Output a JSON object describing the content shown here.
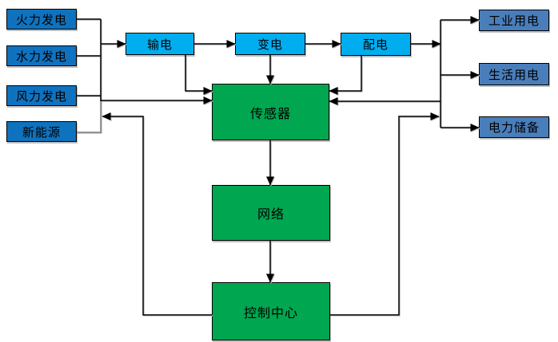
{
  "diagram": {
    "type": "flowchart",
    "title": "",
    "colors": {
      "source_fill": "#0f72be",
      "process_fill": "#00aeef",
      "core_fill": "#00a650",
      "consumer_fill": "#4a7ebb",
      "border": "#000000",
      "line": "#000000",
      "gray_line": "#7f7f7f",
      "text": "#000000",
      "background": "#ffffff"
    },
    "sources": [
      {
        "label": "火力发电"
      },
      {
        "label": "水力发电"
      },
      {
        "label": "风力发电"
      },
      {
        "label": "新能源"
      }
    ],
    "grid_stages": [
      {
        "label": "输电"
      },
      {
        "label": "变电"
      },
      {
        "label": "配电"
      }
    ],
    "core_nodes": [
      {
        "label": "传感器"
      },
      {
        "label": "网络"
      },
      {
        "label": "控制中心"
      }
    ],
    "consumers": [
      {
        "label": "工业用电"
      },
      {
        "label": "生活用电"
      },
      {
        "label": "电力储备"
      }
    ],
    "edges": [
      {
        "from": "火力发电",
        "to": "输电"
      },
      {
        "from": "水力发电",
        "to": "输电"
      },
      {
        "from": "风力发电",
        "to": "输电"
      },
      {
        "from": "新能源",
        "to": "输电"
      },
      {
        "from": "输电",
        "to": "变电"
      },
      {
        "from": "变电",
        "to": "配电"
      },
      {
        "from": "输电",
        "to": "传感器"
      },
      {
        "from": "变电",
        "to": "传感器"
      },
      {
        "from": "配电",
        "to": "传感器"
      },
      {
        "from": "电源母线",
        "to": "传感器"
      },
      {
        "from": "配电",
        "to": "工业用电"
      },
      {
        "from": "配电",
        "to": "生活用电"
      },
      {
        "from": "配电",
        "to": "电力储备"
      },
      {
        "from": "用电母线",
        "to": "传感器"
      },
      {
        "from": "传感器",
        "to": "网络"
      },
      {
        "from": "网络",
        "to": "控制中心"
      },
      {
        "from": "控制中心",
        "to": "电源母线"
      },
      {
        "from": "控制中心",
        "to": "用电母线"
      }
    ]
  }
}
